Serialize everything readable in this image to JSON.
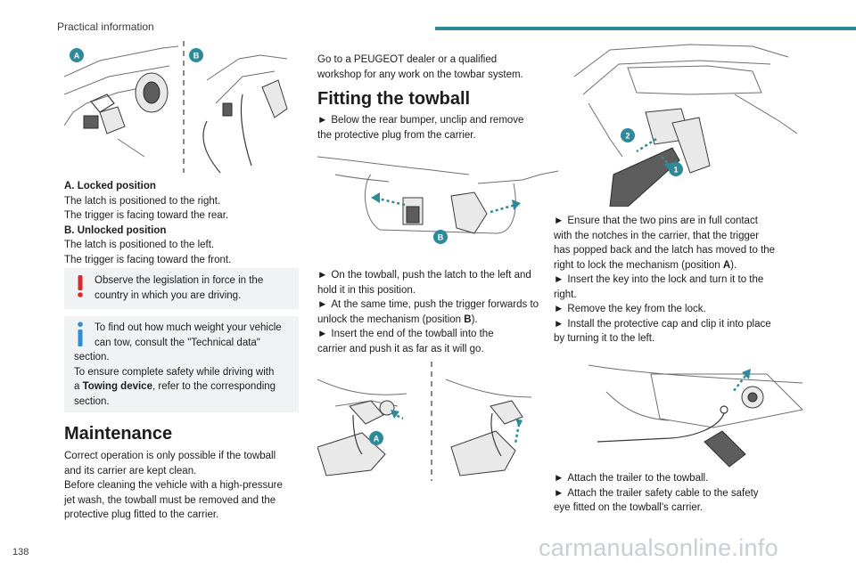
{
  "header": {
    "section_title": "Practical information",
    "accent_color": "#2e8a99"
  },
  "page_number": "138",
  "watermark": "carmanualsonline.info",
  "col1": {
    "figure_labels": {
      "a": "A",
      "b": "B"
    },
    "caption": {
      "a_title": "A. Locked position",
      "a_line1": "The latch is positioned to the right.",
      "a_line2": "The trigger is facing toward the rear.",
      "b_title": "B. Unlocked position",
      "b_line1": "The latch is positioned to the left.",
      "b_line2": "The trigger is facing toward the front."
    },
    "warning": {
      "line1": "Observe the legislation in force in the",
      "line2": "country in which you are driving."
    },
    "info": {
      "line1": "To find out how much weight your vehicle",
      "line2": "can tow, consult the \"Technical data\"",
      "line3": "section.",
      "line4": "To ensure complete safety while driving with",
      "line5_pre": "a ",
      "line5_bold": "Towing device",
      "line5_post": ", refer to the corresponding",
      "line6": "section."
    },
    "maintenance": {
      "heading": "Maintenance",
      "line1": "Correct operation is only possible if the towball",
      "line2": "and its carrier are kept clean.",
      "line3": "Before cleaning the vehicle with a high-pressure",
      "line4": "jet wash, the towball must be removed and the",
      "line5": "protective plug fitted to the carrier."
    }
  },
  "col2": {
    "intro_line1": "Go to a PEUGEOT dealer or a qualified",
    "intro_line2": "workshop for any work on the towbar system.",
    "heading": "Fitting the towball",
    "step1_line1": "Below the rear bumper, unclip and remove",
    "step1_line2": "the protective plug from the carrier.",
    "fig_label_b": "B",
    "step2_line1": "On the towball, push the latch to the left and",
    "step2_line2": "hold it in this position.",
    "step3_line1": "At the same time, push the trigger forwards to",
    "step3_line2_pre": "unlock the mechanism (position ",
    "step3_line2_bold": "B",
    "step3_line2_post": ").",
    "step4_line1": "Insert the end of the towball into the",
    "step4_line2": "carrier and push it as far as it will go.",
    "fig_label_a": "A"
  },
  "col3": {
    "fig_label_1": "1",
    "fig_label_2": "2",
    "step1_line1": "Ensure that the two pins are in full contact",
    "step1_line2": "with the notches in the carrier, that the trigger",
    "step1_line3": "has popped back and the latch has moved to the",
    "step1_line4_pre": "right to lock the mechanism (position ",
    "step1_line4_bold": "A",
    "step1_line4_post": ").",
    "step2_line1": "Insert the key into the lock and turn it to the",
    "step2_line2": "right.",
    "step3": "Remove the key from the lock.",
    "step4_line1": "Install the protective cap and clip it into place",
    "step4_line2": "by turning it to the left.",
    "step5": "Attach the trailer to the towball.",
    "step6_line1": "Attach the trailer safety cable to the safety",
    "step6_line2": "eye fitted on the towball's carrier."
  },
  "bullet_glyph": "►"
}
